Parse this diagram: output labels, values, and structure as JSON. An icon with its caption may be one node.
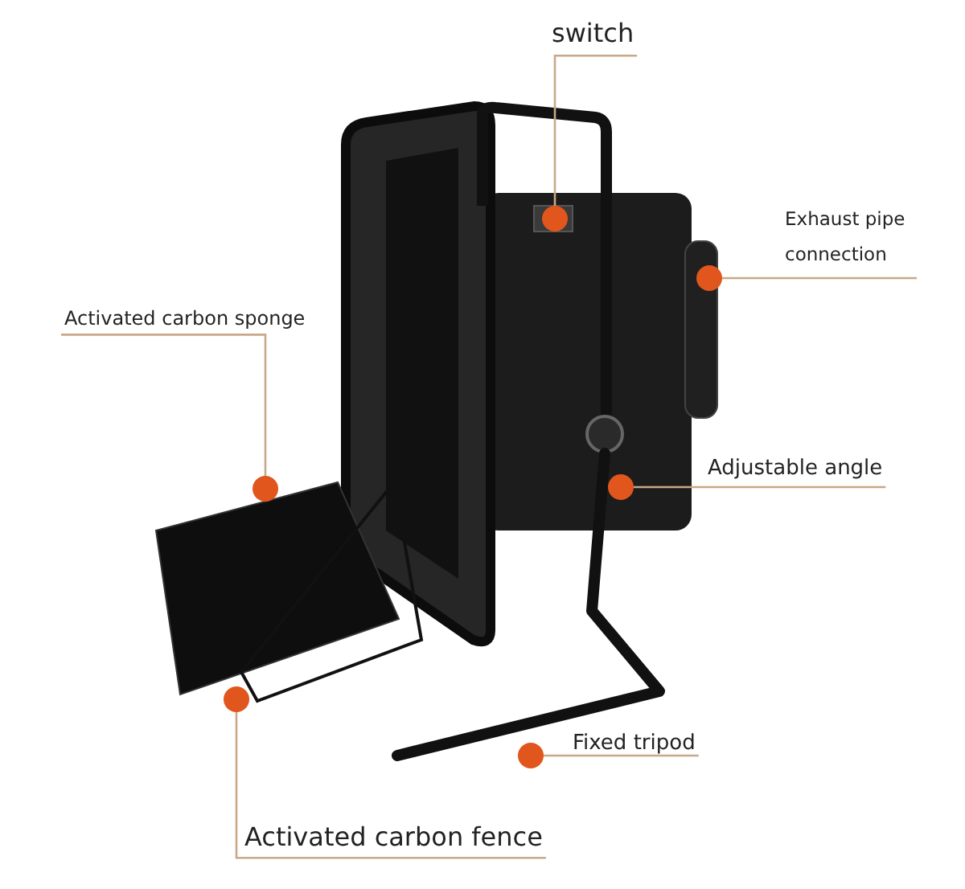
{
  "diagram": {
    "nodes": [
      {
        "text": [
          "switch"
        ]
      },
      {
        "text": [
          "Exhaust pipe connection"
        ]
      },
      {
        "text": [
          "Activated carbon sponge"
        ]
      },
      {
        "text": [
          "Adjustable angle"
        ]
      },
      {
        "text": [
          "Fixed tripod"
        ]
      },
      {
        "text": [
          "Activated carbon fence"
        ]
      },
      {
        "text": [],
        "shape": "box"
      },
      {
        "text": [],
        "shape": "cylinder"
      },
      {
        "text": [],
        "shape": "box"
      },
      {
        "text": [],
        "shape": "circle"
      },
      {
        "text": [],
        "shape": "bar"
      },
      {
        "text": [],
        "shape": "box"
      }
    ],
    "edges": [
      {
        "from": 0,
        "to": 6,
        "arrow": "other"
      },
      {
        "from": 1,
        "to": 7,
        "arrow": "other"
      },
      {
        "from": 2,
        "to": 8,
        "arrow": "other"
      },
      {
        "from": 3,
        "to": 9,
        "arrow": "other"
      },
      {
        "from": 4,
        "to": 10,
        "arrow": "other"
      },
      {
        "from": 5,
        "to": 11,
        "arrow": "other"
      }
    ]
  }
}
